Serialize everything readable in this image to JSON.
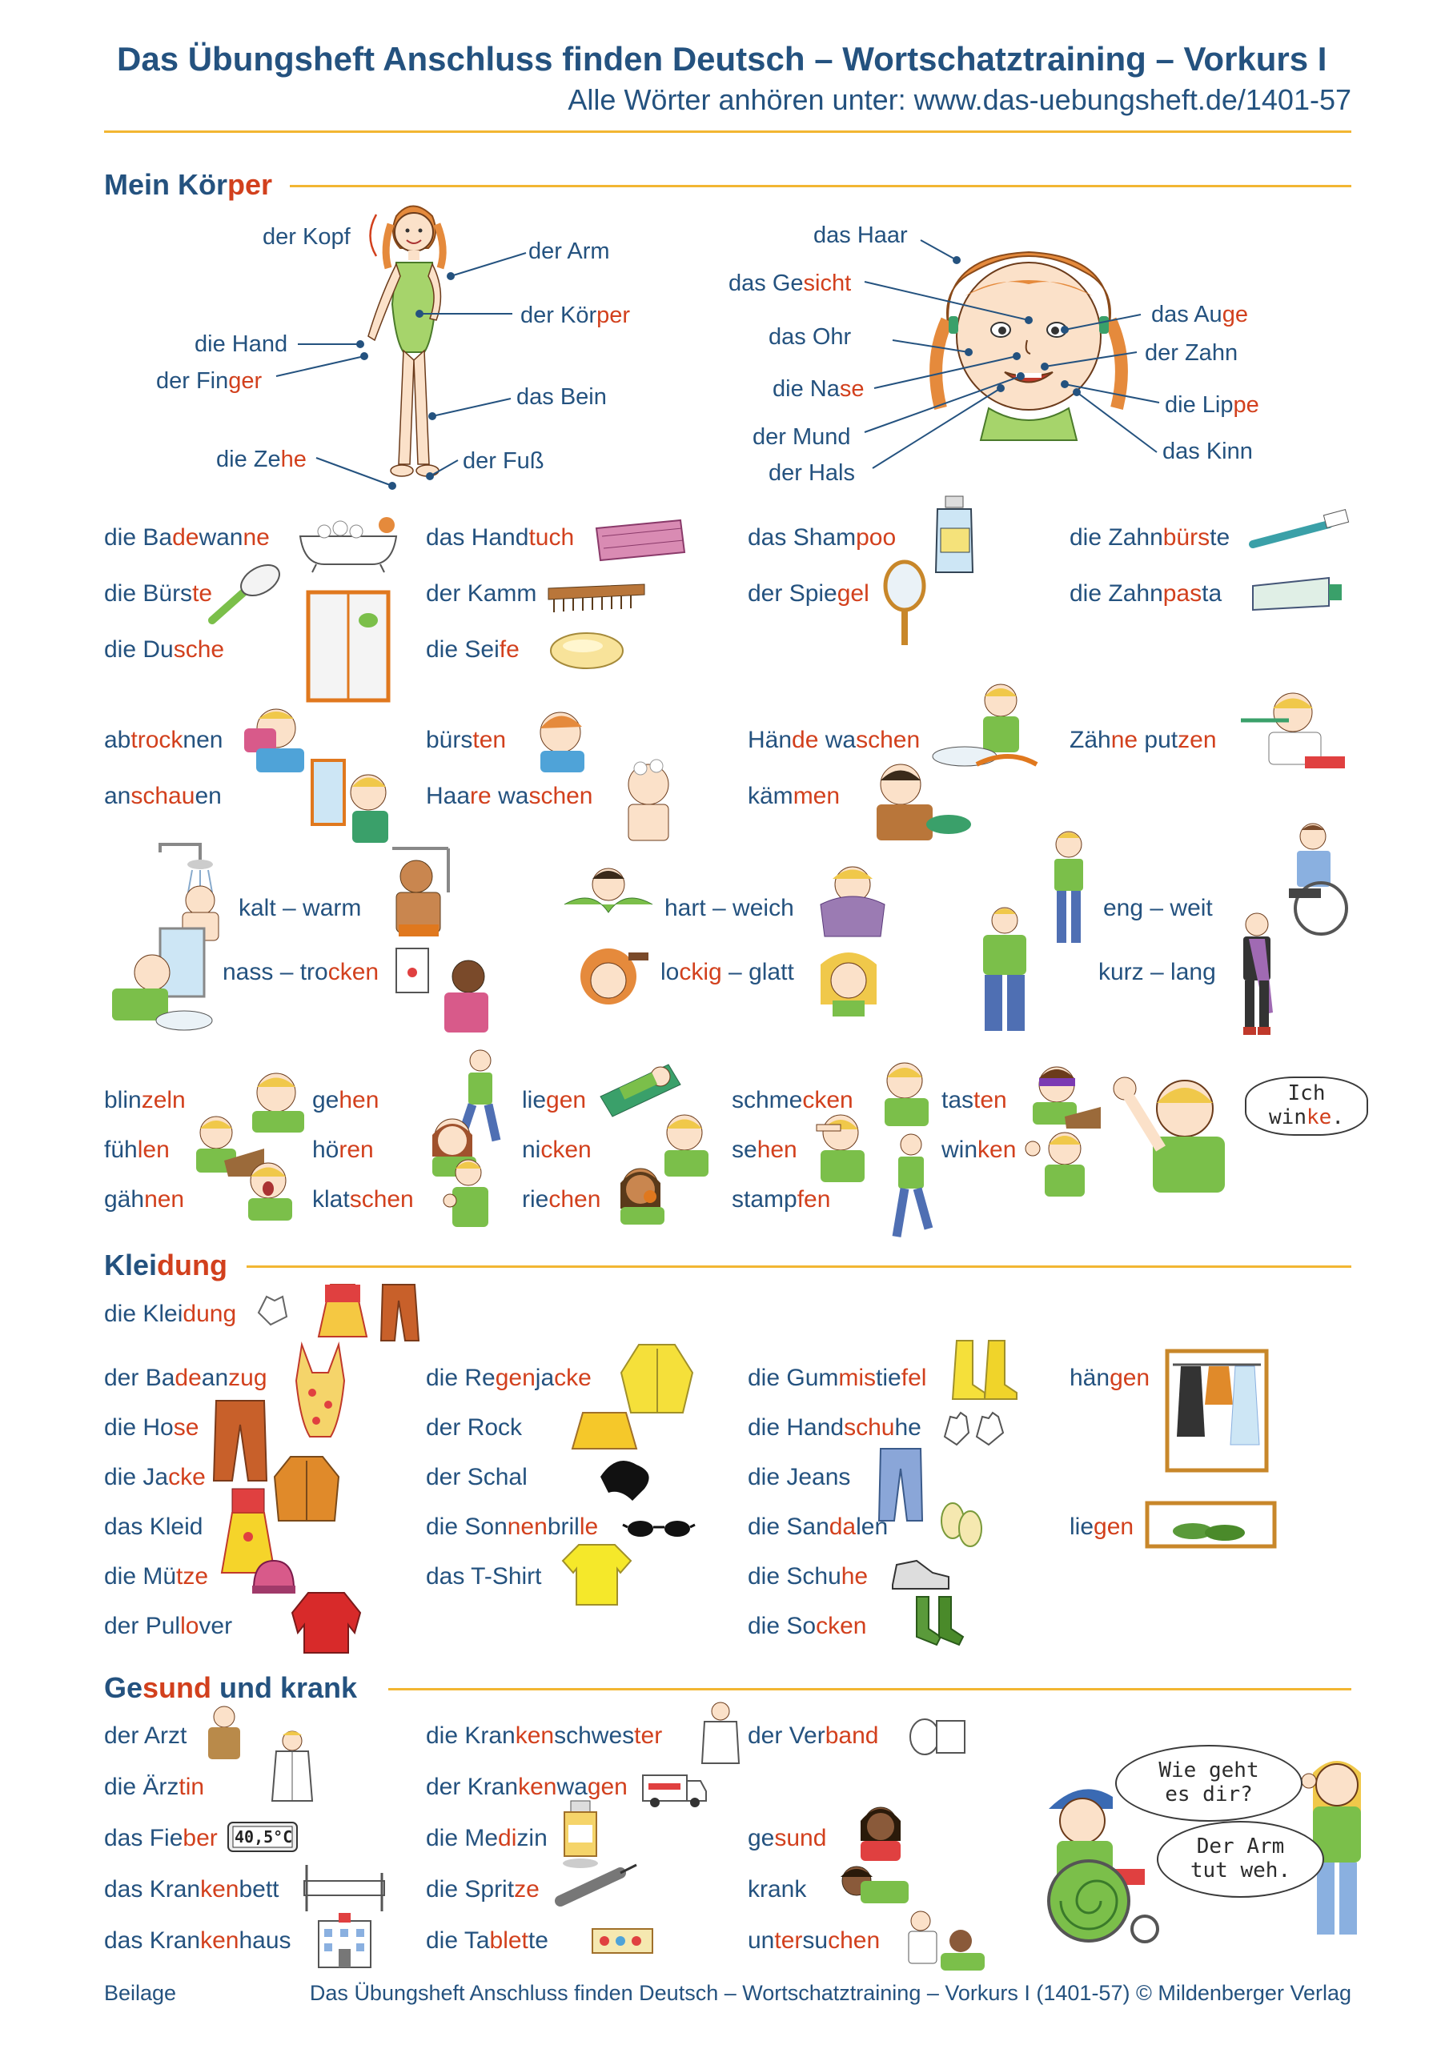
{
  "header": {
    "title": "Das Übungsheft Anschluss finden Deutsch – Wortschatztraining – Vorkurs I",
    "subtitle": "Alle Wörter anhören unter: www.das-uebungsheft.de/1401-57"
  },
  "sections": {
    "body": [
      "Mein Kör",
      "per"
    ],
    "clothing": [
      "Klei",
      "dung"
    ],
    "health": [
      "Ge",
      "sund",
      " und krank"
    ]
  },
  "body_labels": {
    "kopf": "der Kopf",
    "arm": "der Arm",
    "koerper_a": "der Kör",
    "koerper_b": "per",
    "hand": "die Hand",
    "finger_a": "der Fin",
    "finger_b": "ger",
    "bein": "das Bein",
    "zehe_a": "die Ze",
    "zehe_b": "he",
    "fuss": "der Fuß"
  },
  "face_labels": {
    "haar": "das Haar",
    "gesicht_a": "das Ge",
    "gesicht_b": "sicht",
    "ohr": "das Ohr",
    "nase_a": "die Na",
    "nase_b": "se",
    "mund": "der Mund",
    "hals": "der Hals",
    "auge_a": "das Au",
    "auge_b": "ge",
    "zahn": "der Zahn",
    "lippe_a": "die Lip",
    "lippe_b": "pe",
    "kinn": "das Kinn"
  },
  "hygiene": [
    [
      "die Ba",
      "de",
      "wan",
      "ne"
    ],
    [
      "die Bürs",
      "te"
    ],
    [
      "die Du",
      "sche"
    ],
    [
      "das Hand",
      "tuch"
    ],
    [
      "der Kamm"
    ],
    [
      "die Sei",
      "fe"
    ],
    [
      "das Sham",
      "poo"
    ],
    [
      "der Spie",
      "gel"
    ],
    [
      "die Zahn",
      "bürs",
      "te"
    ],
    [
      "die Zahn",
      "pas",
      "ta"
    ]
  ],
  "verbs1": [
    [
      "ab",
      "trock",
      "nen"
    ],
    [
      "an",
      "schau",
      "en"
    ],
    [
      "bürs",
      "ten"
    ],
    [
      "Haa",
      "re",
      "wa",
      "schen"
    ],
    [
      "Hän",
      "de",
      "wa",
      "schen"
    ],
    [
      "käm",
      "men"
    ],
    [
      "Zäh",
      "ne",
      "put",
      "zen"
    ]
  ],
  "adjectives": {
    "kalt_warm": "kalt – warm",
    "nass_a": "nass – tro",
    "nass_b": "cken",
    "hart_weich": "hart – weich",
    "lockig_a": "lo",
    "lockig_b": "ckig",
    "lockig_c": " – glatt",
    "eng_weit": "eng – weit",
    "kurz_lang": "kurz – lang"
  },
  "verbs2": [
    [
      "blin",
      "zeln"
    ],
    [
      "füh",
      "len"
    ],
    [
      "gäh",
      "nen"
    ],
    [
      "ge",
      "hen"
    ],
    [
      "hö",
      "ren"
    ],
    [
      "klat",
      "schen"
    ],
    [
      "lie",
      "gen"
    ],
    [
      "ni",
      "cken"
    ],
    [
      "rie",
      "chen"
    ],
    [
      "schme",
      "cken"
    ],
    [
      "se",
      "hen"
    ],
    [
      "stamp",
      "fen"
    ],
    [
      "tas",
      "ten"
    ],
    [
      "win",
      "ken"
    ]
  ],
  "bubble_winke": [
    "Ich win",
    "ke",
    "."
  ],
  "clothing_intro": [
    "die Klei",
    "dung"
  ],
  "clothing": [
    [
      "der Ba",
      "de",
      "an",
      "zug"
    ],
    [
      "die Ho",
      "se"
    ],
    [
      "die Ja",
      "cke"
    ],
    [
      "das Kleid"
    ],
    [
      "die Mü",
      "tze"
    ],
    [
      "der Pul",
      "lo",
      "ver"
    ],
    [
      "die Re",
      "gen",
      "ja",
      "cke"
    ],
    [
      "der Rock"
    ],
    [
      "der Schal"
    ],
    [
      "die Son",
      "nen",
      "bril",
      "le"
    ],
    [
      "das T-Shirt"
    ],
    [
      "die Gum",
      "mis",
      "tie",
      "fel"
    ],
    [
      "die Hand",
      "schu",
      "he"
    ],
    [
      "die Jeans"
    ],
    [
      "die San",
      "da",
      "len"
    ],
    [
      "die Schu",
      "he"
    ],
    [
      "die So",
      "cken"
    ],
    [
      "hän",
      "gen"
    ],
    [
      "lie",
      "gen"
    ]
  ],
  "health": [
    [
      "der Arzt"
    ],
    [
      "die Ärz",
      "tin"
    ],
    [
      "das Fie",
      "ber"
    ],
    [
      "das Kran",
      "ken",
      "bett"
    ],
    [
      "das Kran",
      "ken",
      "haus"
    ],
    [
      "die Kran",
      "ken",
      "schwes",
      "ter"
    ],
    [
      "der Kran",
      "ken",
      "wa",
      "gen"
    ],
    [
      "die Me",
      "di",
      "zin"
    ],
    [
      "die Sprit",
      "ze"
    ],
    [
      "die Ta",
      "blet",
      "te"
    ],
    [
      "der Ver",
      "band"
    ],
    [
      "ge",
      "sund"
    ],
    [
      "krank"
    ],
    [
      "un",
      "ter",
      "su",
      "chen"
    ]
  ],
  "bubbles": {
    "wie_geht": "Wie geht es dir?",
    "arm_weh": "Der Arm tut weh."
  },
  "thermometer": "40,5°C",
  "footer": {
    "left": "Beilage",
    "right": "Das Übungsheft Anschluss finden Deutsch – Wortschatztraining – Vorkurs I (1401-57) © Mildenberger Verlag"
  },
  "colors": {
    "accent": "#d2401d",
    "text": "#24527f",
    "rule": "#f2b632"
  }
}
